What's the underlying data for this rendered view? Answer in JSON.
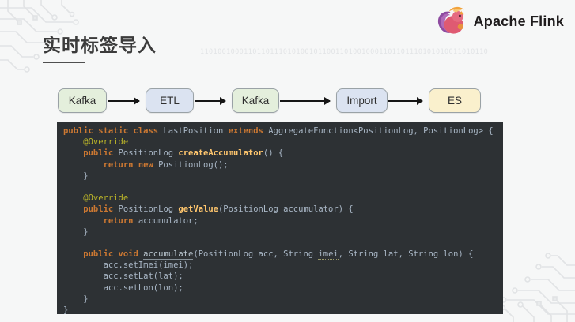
{
  "header": {
    "title": "实时标签导入"
  },
  "logo": {
    "text": "Apache Flink",
    "icon": "flink-squirrel"
  },
  "decor": {
    "binary_text": "110100100011011011101010010110011010010001101101110101010011010110",
    "circuit_color": "#e1e3e5"
  },
  "flow": {
    "nodes": [
      {
        "label": "Kafka",
        "color": "#e4efdc"
      },
      {
        "label": "ETL",
        "color": "#dbe3f1"
      },
      {
        "label": "Kafka",
        "color": "#e4efdc"
      },
      {
        "label": "Import",
        "color": "#dbe3f1"
      },
      {
        "label": "ES",
        "color": "#faf0cd"
      }
    ],
    "arrow_color": "#161616"
  },
  "code": {
    "language": "java",
    "lines": [
      [
        [
          "kw",
          "public static class "
        ],
        [
          "pl",
          "LastPosition "
        ],
        [
          "kw",
          "extends "
        ],
        [
          "pl",
          "AggregateFunction<PositionLog, PositionLog> {"
        ]
      ],
      [
        [
          "ann",
          "    @Override"
        ]
      ],
      [
        [
          "kw",
          "    public "
        ],
        [
          "pl",
          "PositionLog "
        ],
        [
          "fn",
          "createAccumulator"
        ],
        [
          "pl",
          "() {"
        ]
      ],
      [
        [
          "kw",
          "        return new "
        ],
        [
          "pl",
          "PositionLog();"
        ]
      ],
      [
        [
          "pl",
          "    }"
        ]
      ],
      [],
      [
        [
          "ann",
          "    @Override"
        ]
      ],
      [
        [
          "kw",
          "    public "
        ],
        [
          "pl",
          "PositionLog "
        ],
        [
          "fn",
          "getValue"
        ],
        [
          "pl",
          "(PositionLog accumulator) {"
        ]
      ],
      [
        [
          "kw",
          "        return "
        ],
        [
          "pl",
          "accumulator;"
        ]
      ],
      [
        [
          "pl",
          "    }"
        ]
      ],
      [],
      [
        [
          "kw",
          "    public void "
        ],
        [
          "unm",
          "accumulate"
        ],
        [
          "pl",
          "(PositionLog acc, String "
        ],
        [
          "unp",
          "imei"
        ],
        [
          "pl",
          ", String lat, String lon) {"
        ]
      ],
      [
        [
          "pl",
          "        acc.setImei(imei);"
        ]
      ],
      [
        [
          "pl",
          "        acc.setLat(lat);"
        ]
      ],
      [
        [
          "pl",
          "        acc.setLon(lon);"
        ]
      ],
      [
        [
          "pl",
          "    }"
        ]
      ],
      [
        [
          "pl",
          "}"
        ]
      ]
    ]
  },
  "colors": {
    "slide_background": "#f6f7f7",
    "code_background": "#2d3134",
    "keyword": "#cc7832",
    "annotation": "#bbb529",
    "method": "#ffc66d",
    "code_text": "#a9b7c6",
    "title_text": "#3b3b3b"
  }
}
